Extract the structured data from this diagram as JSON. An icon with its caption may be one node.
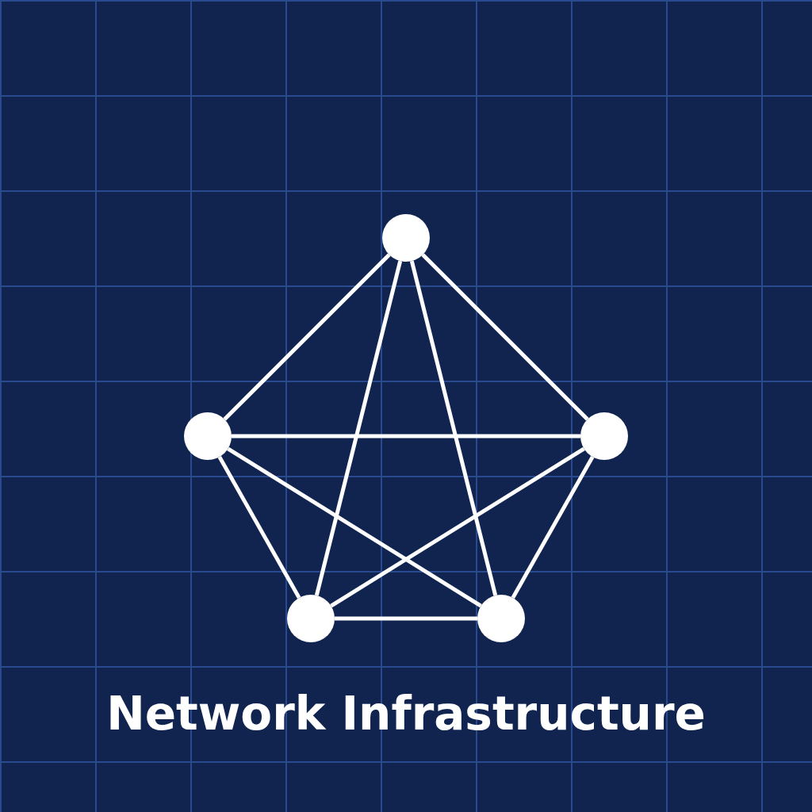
{
  "diagram": {
    "title": "Network Infrastructure",
    "nodes": [
      {
        "text": [],
        "shape": "circle"
      },
      {
        "text": [],
        "shape": "circle"
      },
      {
        "text": [],
        "shape": "circle"
      },
      {
        "text": [],
        "shape": "circle"
      },
      {
        "text": [],
        "shape": "circle"
      }
    ],
    "edges": [
      {
        "from": 0,
        "to": 1,
        "arrow": "none"
      },
      {
        "from": 0,
        "to": 2,
        "arrow": "none"
      },
      {
        "from": 0,
        "to": 3,
        "arrow": "none"
      },
      {
        "from": 0,
        "to": 4,
        "arrow": "none"
      },
      {
        "from": 1,
        "to": 2,
        "arrow": "none"
      },
      {
        "from": 1,
        "to": 3,
        "arrow": "none"
      },
      {
        "from": 1,
        "to": 4,
        "arrow": "none"
      },
      {
        "from": 2,
        "to": 3,
        "arrow": "none"
      },
      {
        "from": 2,
        "to": 4,
        "arrow": "none"
      },
      {
        "from": 3,
        "to": 4,
        "arrow": "none"
      }
    ]
  }
}
